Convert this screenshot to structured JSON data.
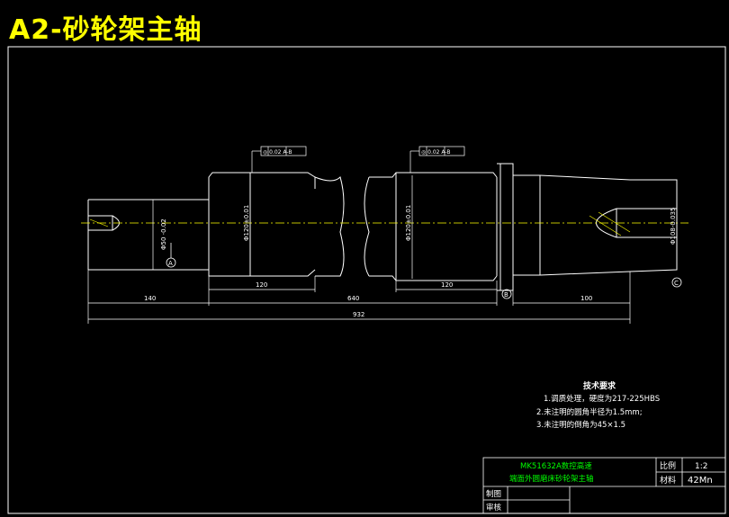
{
  "title": "A2-砂轮架主轴",
  "dims": {
    "d1": "140",
    "d2": "120",
    "d3": "640",
    "d4": "120",
    "d5": "100",
    "d_total": "932",
    "dia_left": "Φ50 -0.02",
    "dia_j1": "Φ120±0.01",
    "dia_j2": "Φ120±0.01",
    "dia_right": "Φ108-0.035"
  },
  "tolerance_frames": {
    "frame1": "◎ 0.02 A-B",
    "frame2": "◎ 0.02 A-B"
  },
  "datums": {
    "a": "A",
    "b": "B",
    "c": "C"
  },
  "tech_requirements": {
    "heading": "技术要求",
    "items": [
      "1.调质处理，硬度为217-225HBS",
      "2.未注明的圆角半径为1.5mm;",
      "3.未注明的倒角为45×1.5"
    ]
  },
  "title_block": {
    "name_line1": "MK51632A数控高速",
    "name_line2": "端面外圆磨床砂轮架主轴",
    "scale_label": "比例",
    "scale_value": "1:2",
    "material_label": "材料",
    "material_value": "42Mn",
    "drawn_label": "制图",
    "check_label": "审核"
  }
}
